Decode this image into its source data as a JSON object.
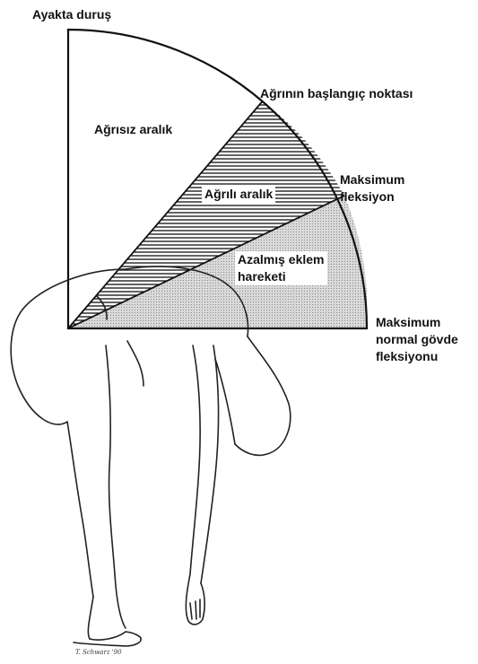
{
  "labels": {
    "standing": "Ayakta duruş",
    "pain_onset": "Ağrının başlangıç noktası",
    "pain_free_range": "Ağrısız aralık",
    "painful_range": "Ağrılı aralık",
    "max_flexion": [
      "Maksimum",
      "fleksiyon"
    ],
    "reduced_motion": [
      "Azalmış eklem",
      "hareketi"
    ],
    "max_normal_flexion": [
      "Maksimum",
      "normal gövde",
      "fleksiyonu"
    ]
  },
  "signature": "T. Schwarz '90",
  "colors": {
    "ink": "#111111",
    "background": "#ffffff",
    "hatch_fill": "#d4d4d4"
  }
}
